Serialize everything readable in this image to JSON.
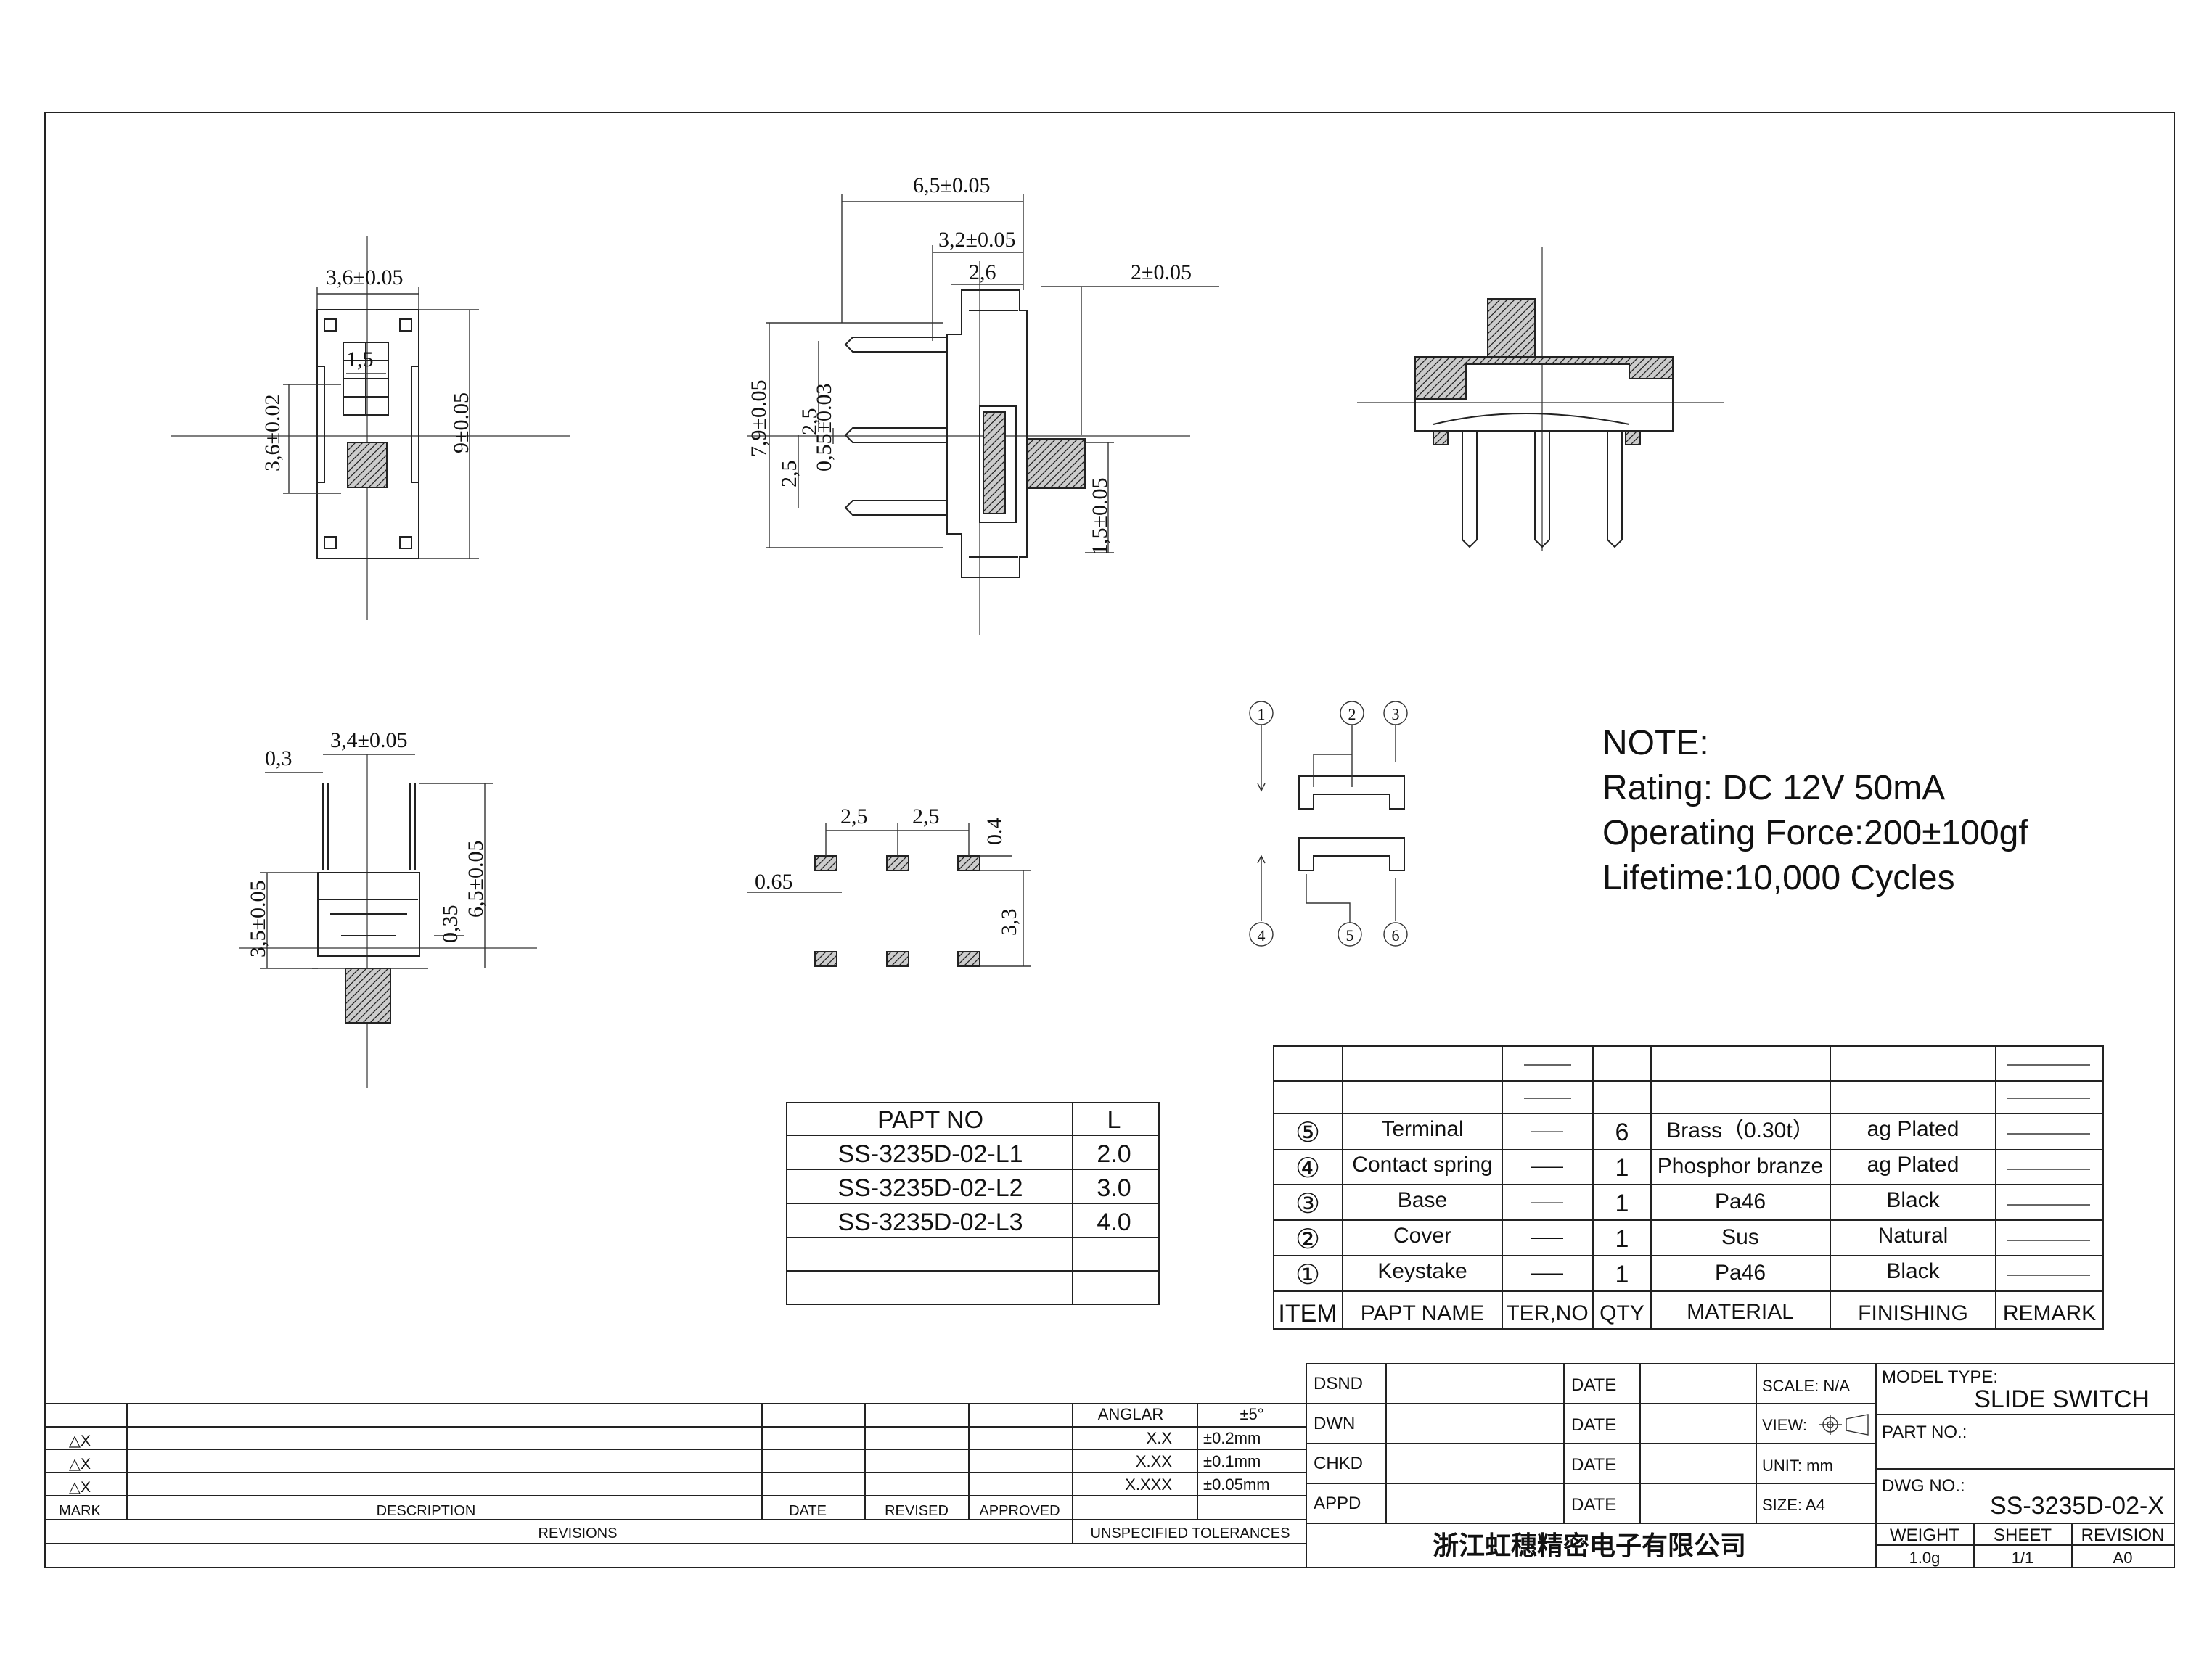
{
  "dims": {
    "top_w": "3,6±0.05",
    "top_inner": "1,5",
    "top_h1": "3,6±0.02",
    "top_h2": "9±0.05",
    "side_w1": "6,5±0.05",
    "side_w2": "3,2±0.05",
    "side_w3": "2,6",
    "side_w4": "2±0.05",
    "side_h1": "7,9±0.05",
    "side_p1": "2,5",
    "side_p2": "0,55±0.03",
    "side_p3": "2,5",
    "side_lever": "1,5±0.05",
    "front_w": "3,4±0.05",
    "front_t": "0,3",
    "front_h1": "3,5±0.05",
    "front_h2": "6,5±0.05",
    "front_h3": "0,35",
    "pad_p1": "2,5",
    "pad_p2": "2,5",
    "pad_w": "0.4",
    "pad_x": "0.65",
    "pad_y": "3,3"
  },
  "callouts": [
    "1",
    "2",
    "3",
    "4",
    "5",
    "6"
  ],
  "note": {
    "title": "NOTE:",
    "lines": [
      "Rating: DC 12V  50mA",
      "Operating Force:200±100gf",
      "Lifetime:10,000 Cycles"
    ]
  },
  "part_table": {
    "headers": [
      "PAPT NO",
      "L"
    ],
    "rows": [
      [
        "SS-3235D-02-L1",
        "2.0"
      ],
      [
        "SS-3235D-02-L2",
        "3.0"
      ],
      [
        "SS-3235D-02-L3",
        "4.0"
      ],
      [
        "",
        ""
      ],
      [
        "",
        ""
      ]
    ]
  },
  "bom": {
    "rows": [
      {
        "item": "⑤",
        "name": "Terminal",
        "ter": "——",
        "qty": "6",
        "material": "Brass（0.30t）",
        "finishing": "ag Plated"
      },
      {
        "item": "④",
        "name": "Contact spring",
        "ter": "——",
        "qty": "1",
        "material": "Phosphor branze",
        "finishing": "ag Plated"
      },
      {
        "item": "③",
        "name": "Base",
        "ter": "——",
        "qty": "1",
        "material": "Pa46",
        "finishing": "Black"
      },
      {
        "item": "②",
        "name": "Cover",
        "ter": "——",
        "qty": "1",
        "material": "Sus",
        "finishing": "Natural"
      },
      {
        "item": "①",
        "name": "Keystake",
        "ter": "——",
        "qty": "1",
        "material": "Pa46",
        "finishing": "Black"
      }
    ],
    "headers": [
      "ITEM",
      "PAPT NAME",
      "TER,NO",
      "QTY",
      "MATERIAL",
      "FINISHING",
      "REMARK"
    ]
  },
  "revisions": {
    "marks": [
      "△X",
      "△X",
      "△X"
    ],
    "header": [
      "MARK",
      "DESCRIPTION",
      "DATE",
      "REVISED",
      "APPROVED"
    ],
    "footer": "REVISIONS"
  },
  "tolerances": {
    "rows": [
      [
        "ANGLAR",
        "±5°"
      ],
      [
        "X.X",
        "±0.2mm"
      ],
      [
        "X.XX",
        "±0.1mm"
      ],
      [
        "X.XXX",
        "±0.05mm"
      ]
    ],
    "footer": "UNSPECIFIED TOLERANCES"
  },
  "title_block": {
    "roles": [
      "DSND",
      "DWN",
      "CHKD",
      "APPD"
    ],
    "date": "DATE",
    "scale": "SCALE: N/A",
    "view": "VIEW:",
    "unit": "UNIT: mm",
    "size": "SIZE: A4",
    "model_label": "MODEL TYPE:",
    "model": "SLIDE SWITCH",
    "part_label": "PART NO.:",
    "dwg_label": "DWG NO.:",
    "dwg": "SS-3235D-02-X",
    "company": "浙江虹穗精密电子有限公司",
    "weight_label": "WEIGHT",
    "weight": "1.0g",
    "sheet_label": "SHEET",
    "sheet": "1/1",
    "revision_label": "REVISION",
    "revision": "A0"
  }
}
